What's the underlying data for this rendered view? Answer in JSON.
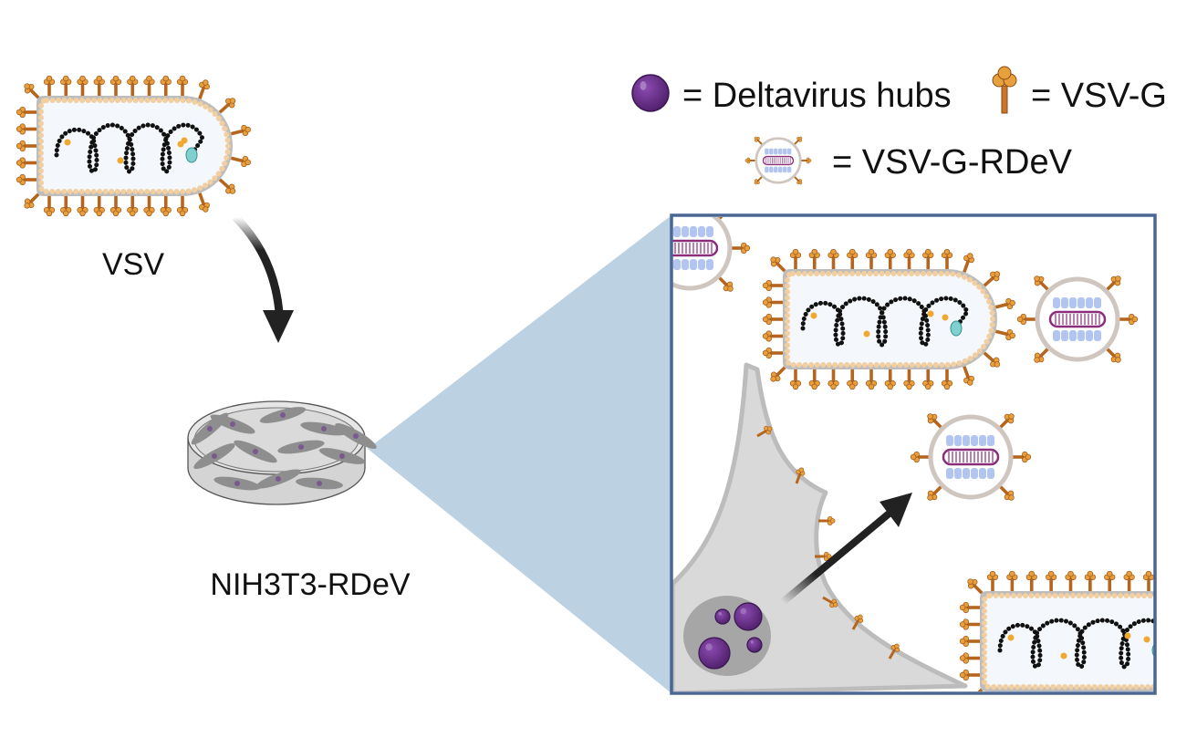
{
  "figure": {
    "labels": {
      "vsv": "VSV",
      "cell_line": "NIH3T3-RDeV"
    },
    "legend": {
      "items": [
        {
          "icon": "deltavirus-hub-icon",
          "text": "= Deltavirus hubs"
        },
        {
          "icon": "vsv-g-glycoprotein-icon",
          "text": "= VSV-G"
        },
        {
          "icon": "vsv-g-rdev-particle-icon",
          "text": "= VSV-G-RDeV"
        }
      ]
    },
    "colors": {
      "spike": "#b5651d",
      "spike_head": "#e8a03c",
      "envelope": "#bdbdbd",
      "matrix_dots": "#f2cfa0",
      "interior": "#f4f8fc",
      "genome": "#111111",
      "polymerase": "#7fd0cf",
      "phosphoprotein": "#f0a830",
      "hub": "#6a2f8a",
      "rna": "#8a2d7a",
      "antigen": "#a9bfee",
      "cone": "#bcd1e2",
      "box_border": "#4a6794",
      "cell": "#d9d9d9",
      "nucleus": "#a6a6a6",
      "arrow": "#222222"
    }
  }
}
